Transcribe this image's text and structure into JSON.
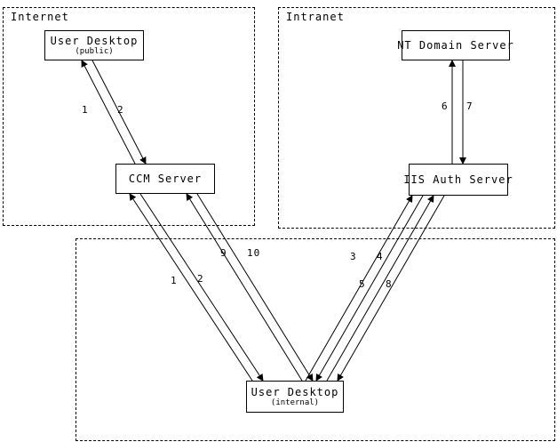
{
  "diagram": {
    "zones": [
      {
        "label": "Internet"
      },
      {
        "label": "Intranet"
      },
      {
        "label": ""
      }
    ],
    "nodes": [
      {
        "title": "User Desktop",
        "subtitle": "(public)"
      },
      {
        "title": "CCM Server",
        "subtitle": ""
      },
      {
        "title": "NT Domain Server",
        "subtitle": ""
      },
      {
        "title": "IIS Auth Server",
        "subtitle": ""
      },
      {
        "title": "User Desktop",
        "subtitle": "(internal)"
      }
    ],
    "edges": [
      {
        "from": "User Desktop (public)",
        "to": "CCM Server",
        "labels": [
          "1",
          "2"
        ]
      },
      {
        "from": "NT Domain Server",
        "to": "IIS Auth Server",
        "labels": [
          "6",
          "7"
        ]
      },
      {
        "from": "CCM Server",
        "to": "User Desktop (internal)",
        "labels": [
          "1",
          "2"
        ]
      },
      {
        "from": "CCM Server",
        "to": "User Desktop (internal)",
        "labels": [
          "9",
          "10"
        ]
      },
      {
        "from": "IIS Auth Server",
        "to": "User Desktop (internal)",
        "labels": [
          "3",
          "4"
        ]
      },
      {
        "from": "IIS Auth Server",
        "to": "User Desktop (internal)",
        "labels": [
          "5",
          "8"
        ]
      }
    ],
    "colors": {
      "line": "#000000",
      "background": "#ffffff"
    }
  }
}
